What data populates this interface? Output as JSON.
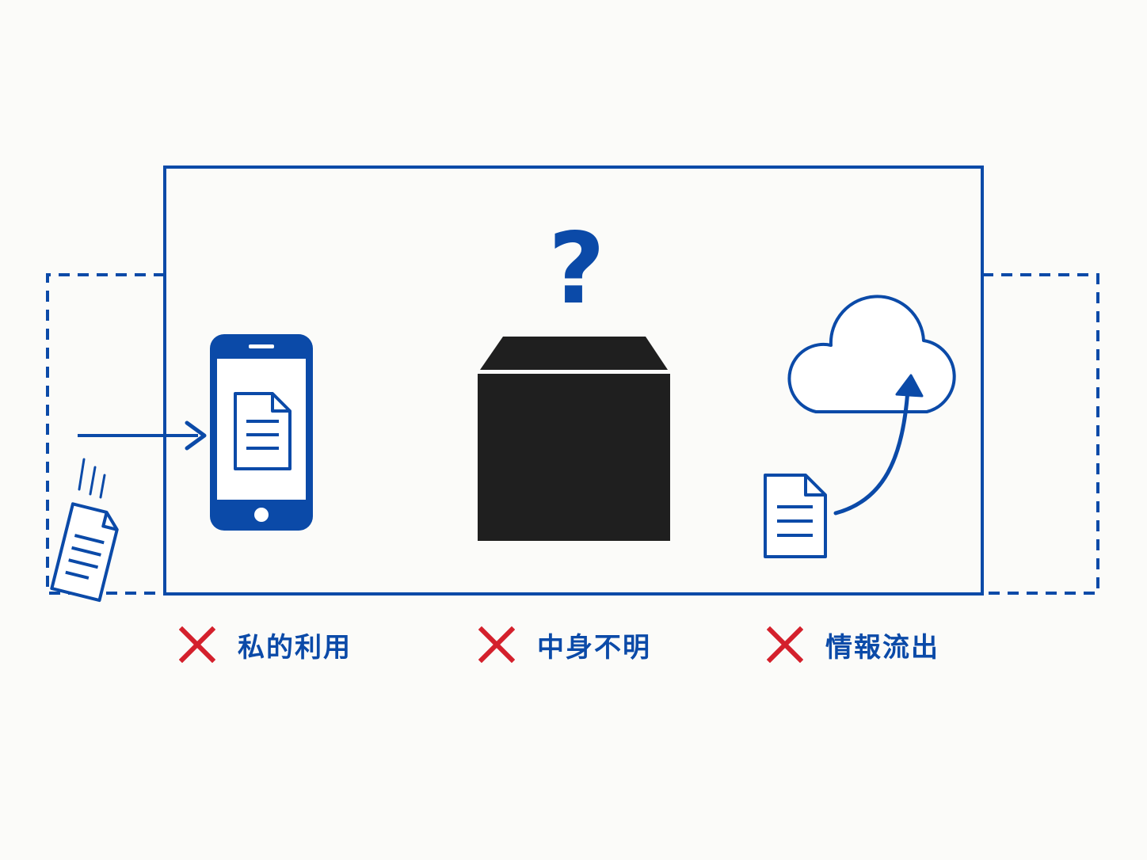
{
  "colors": {
    "blue": "#0b4aa8",
    "red": "#d4202c",
    "black": "#1f1f1f",
    "background": "#fbfbf9"
  },
  "icons": {
    "left": [
      "falling-document-icon",
      "arrow-right-icon",
      "smartphone-icon",
      "document-icon"
    ],
    "center": [
      "question-mark-icon",
      "black-box-icon"
    ],
    "right": [
      "cloud-icon",
      "upload-arrow-icon",
      "document-icon"
    ]
  },
  "center": {
    "question_mark": "?"
  },
  "labels": [
    {
      "mark_icon": "cross-icon",
      "text": "私的利用"
    },
    {
      "mark_icon": "cross-icon",
      "text": "中身不明"
    },
    {
      "mark_icon": "cross-icon",
      "text": "情報流出"
    }
  ]
}
